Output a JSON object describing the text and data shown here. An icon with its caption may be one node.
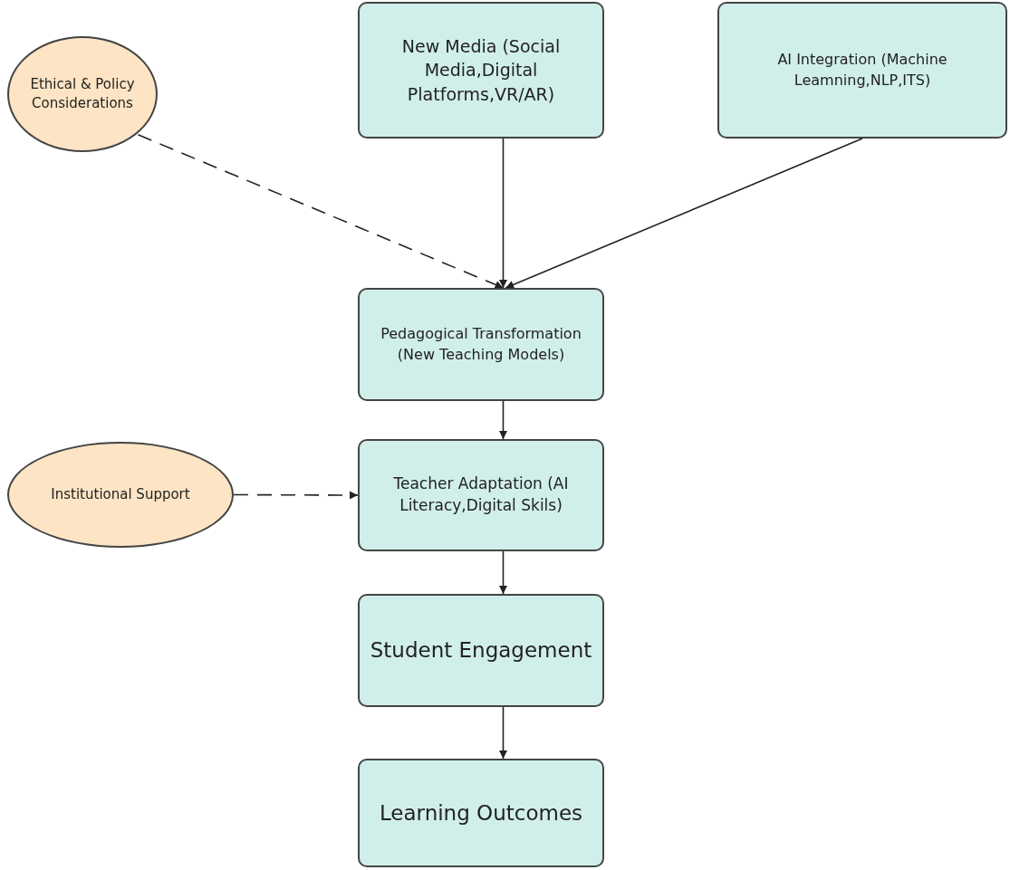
{
  "diagram": {
    "nodes": [
      {
        "text": [
          "Ethical & Policy Considerations"
        ]
      },
      {
        "text": [
          "New Media (Social Media,Digital Platforms,VR/AR)"
        ]
      },
      {
        "text": [
          "AI Integration (Machine Leamning,NLP,ITS)"
        ]
      },
      {
        "text": [
          "Pedagogical Transformation (New Teaching Models)"
        ]
      },
      {
        "text": [
          "Institutional Support"
        ]
      },
      {
        "text": [
          "Teacher Adaptation (AI Literacy,Digital Skils)"
        ]
      },
      {
        "text": [
          "Student Engagement"
        ]
      },
      {
        "text": [
          "Learning Outcomes"
        ]
      }
    ],
    "edges": [
      {
        "from": 0,
        "to": 3,
        "arrow": "to",
        "style": "dashed"
      },
      {
        "from": 1,
        "to": 3,
        "arrow": "to"
      },
      {
        "from": 2,
        "to": 3,
        "arrow": "to"
      },
      {
        "from": 3,
        "to": 5,
        "arrow": "to"
      },
      {
        "from": 4,
        "to": 5,
        "arrow": "to",
        "style": "dashed"
      },
      {
        "from": 5,
        "to": 6,
        "arrow": "to"
      },
      {
        "from": 6,
        "to": 7,
        "arrow": "to"
      }
    ]
  }
}
